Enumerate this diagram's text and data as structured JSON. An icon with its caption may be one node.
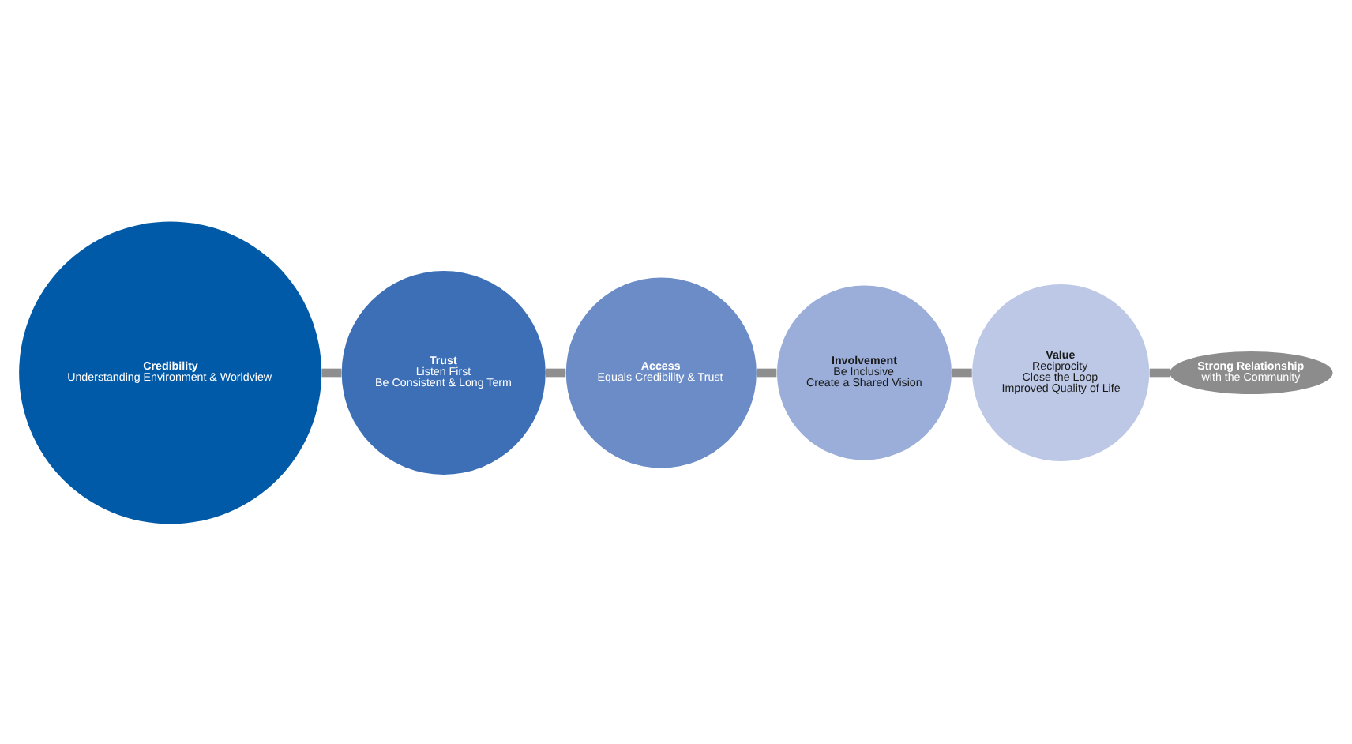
{
  "diagram": {
    "nodes": [
      {
        "text": [
          "Credibility",
          "Understanding Environment & Worldview"
        ]
      },
      {
        "text": [
          "Trust",
          "Listen First",
          "Be Consistent & Long Term"
        ]
      },
      {
        "text": [
          "Access",
          "Equals Credibility & Trust"
        ]
      },
      {
        "text": [
          "Involvement",
          "Be Inclusive",
          "Create a Shared Vision"
        ]
      },
      {
        "text": [
          "Value",
          "Reciprocity",
          "Close the Loop",
          "Improved Quality of Life"
        ]
      },
      {
        "text": [
          "Strong Relationship",
          "with the Community"
        ]
      }
    ],
    "edges": [
      {
        "from": 0,
        "to": 1,
        "arrow": "none"
      },
      {
        "from": 1,
        "to": 2,
        "arrow": "none"
      },
      {
        "from": 2,
        "to": 3,
        "arrow": "none"
      },
      {
        "from": 3,
        "to": 4,
        "arrow": "none"
      },
      {
        "from": 4,
        "to": 5,
        "arrow": "none"
      }
    ]
  }
}
